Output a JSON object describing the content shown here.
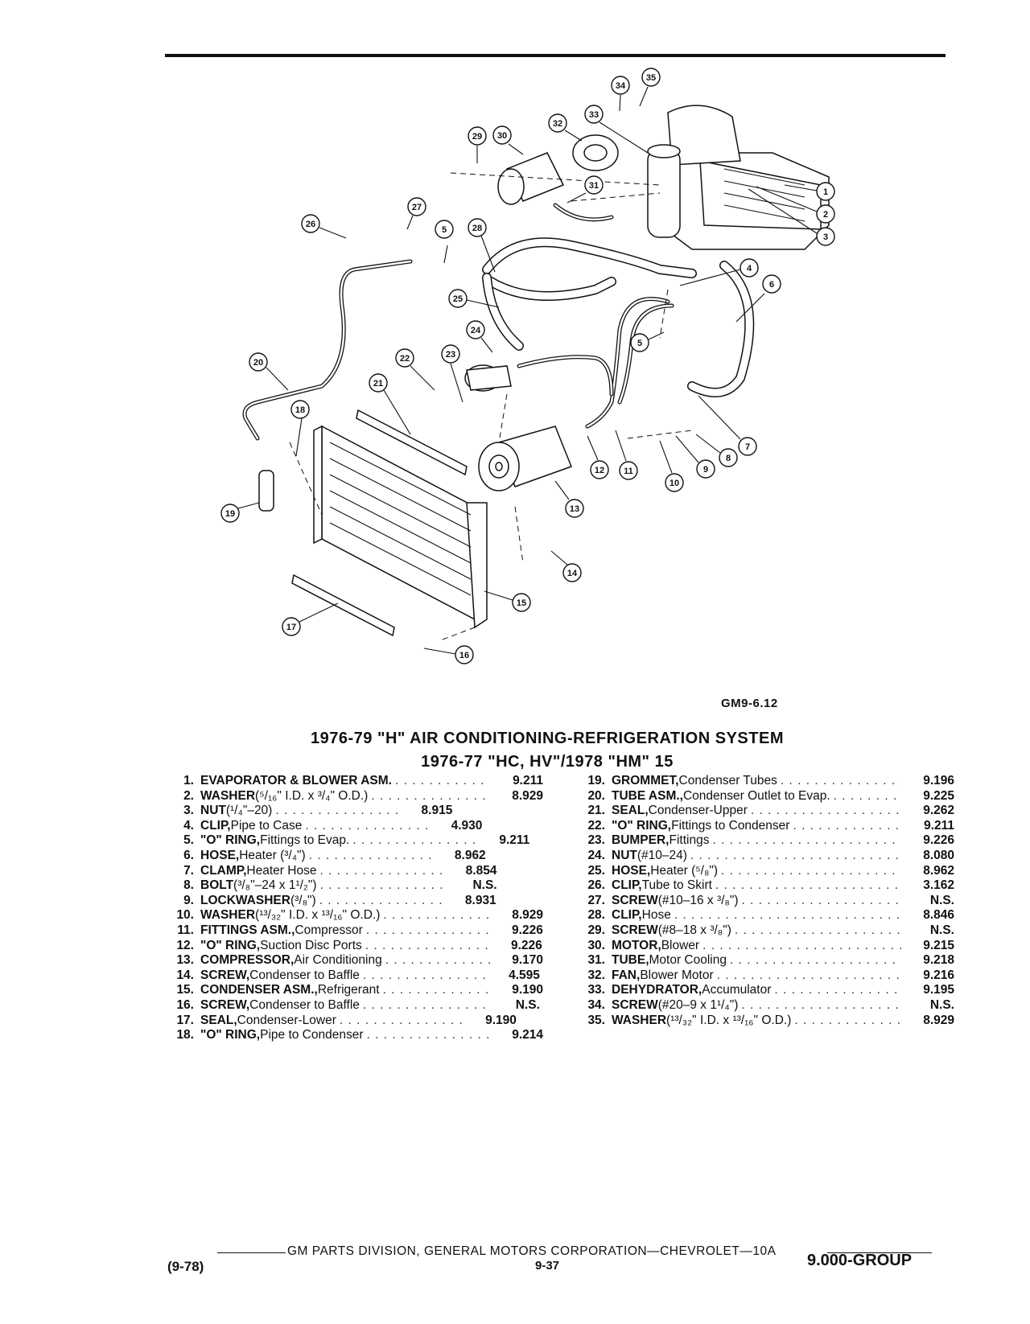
{
  "figure_code": "GM9-6.12",
  "title_line1": "1976-79 \"H\" AIR CONDITIONING-REFRIGERATION SYSTEM",
  "title_line2": "1976-77 \"HC, HV\"/1978 \"HM\" 15",
  "callouts": [
    "1",
    "2",
    "3",
    "4",
    "5",
    "6",
    "7",
    "8",
    "9",
    "10",
    "11",
    "12",
    "13",
    "14",
    "15",
    "16",
    "17",
    "18",
    "19",
    "20",
    "21",
    "22",
    "23",
    "24",
    "25",
    "26",
    "27",
    "28",
    "29",
    "30",
    "31",
    "32",
    "33",
    "34",
    "35"
  ],
  "parts_left": [
    {
      "num": "1.",
      "name": "EVAPORATOR & BLOWER ASM.",
      "desc": "",
      "group": "9.211"
    },
    {
      "num": "2.",
      "name": "WASHER",
      "desc": "(⁵/₁₆\" I.D. x ³/₄\" O.D.)",
      "group": "8.929"
    },
    {
      "num": "3.",
      "name": "NUT",
      "desc": "(¹/₄\"–20)",
      "group": "8.915"
    },
    {
      "num": "4.",
      "name": "CLIP,",
      "desc": "Pipe to Case",
      "group": "4.930"
    },
    {
      "num": "5.",
      "name": "\"O\" RING,",
      "desc": "Fittings to Evap.",
      "group": "9.211"
    },
    {
      "num": "6.",
      "name": "HOSE,",
      "desc": "Heater (³/₄\")",
      "group": "8.962"
    },
    {
      "num": "7.",
      "name": "CLAMP,",
      "desc": "Heater Hose",
      "group": "8.854"
    },
    {
      "num": "8.",
      "name": "BOLT",
      "desc": "(³/₈\"–24 x 1¹/₂\")",
      "group": "N.S."
    },
    {
      "num": "9.",
      "name": "LOCKWASHER",
      "desc": "(³/₈\")",
      "group": "8.931"
    },
    {
      "num": "10.",
      "name": "WASHER",
      "desc": "(¹³/₃₂\" I.D. x ¹³/₁₆\" O.D.)",
      "group": "8.929"
    },
    {
      "num": "11.",
      "name": "FITTINGS ASM.,",
      "desc": "Compressor",
      "group": "9.226"
    },
    {
      "num": "12.",
      "name": "\"O\" RING,",
      "desc": "Suction Disc Ports",
      "group": "9.226"
    },
    {
      "num": "13.",
      "name": "COMPRESSOR,",
      "desc": "Air Conditioning",
      "group": "9.170"
    },
    {
      "num": "14.",
      "name": "SCREW,",
      "desc": "Condenser to Baffle",
      "group": "4.595"
    },
    {
      "num": "15.",
      "name": "CONDENSER ASM.,",
      "desc": "Refrigerant",
      "group": "9.190"
    },
    {
      "num": "16.",
      "name": "SCREW,",
      "desc": "Condenser to Baffle",
      "group": "N.S."
    },
    {
      "num": "17.",
      "name": "SEAL,",
      "desc": "Condenser-Lower",
      "group": "9.190"
    },
    {
      "num": "18.",
      "name": "\"O\" RING,",
      "desc": "Pipe to Condenser",
      "group": "9.214"
    }
  ],
  "parts_right": [
    {
      "num": "19.",
      "name": "GROMMET,",
      "desc": "Condenser Tubes",
      "group": "9.196"
    },
    {
      "num": "20.",
      "name": "TUBE ASM.,",
      "desc": "Condenser Outlet to Evap.",
      "group": "9.225"
    },
    {
      "num": "21.",
      "name": "SEAL,",
      "desc": "Condenser-Upper",
      "group": "9.262"
    },
    {
      "num": "22.",
      "name": "\"O\" RING,",
      "desc": "Fittings to Condenser",
      "group": "9.211"
    },
    {
      "num": "23.",
      "name": "BUMPER,",
      "desc": "Fittings",
      "group": "9.226"
    },
    {
      "num": "24.",
      "name": "NUT",
      "desc": "(#10–24)",
      "group": "8.080"
    },
    {
      "num": "25.",
      "name": "HOSE,",
      "desc": "Heater (⁵/₈\")",
      "group": "8.962"
    },
    {
      "num": "26.",
      "name": "CLIP,",
      "desc": "Tube to Skirt",
      "group": "3.162"
    },
    {
      "num": "27.",
      "name": "SCREW",
      "desc": "(#10–16 x ³/₈\")",
      "group": "N.S."
    },
    {
      "num": "28.",
      "name": "CLIP,",
      "desc": "Hose",
      "group": "8.846"
    },
    {
      "num": "29.",
      "name": "SCREW",
      "desc": "(#8–18 x ³/₈\")",
      "group": "N.S."
    },
    {
      "num": "30.",
      "name": "MOTOR,",
      "desc": "Blower",
      "group": "9.215"
    },
    {
      "num": "31.",
      "name": "TUBE,",
      "desc": "Motor Cooling",
      "group": "9.218"
    },
    {
      "num": "32.",
      "name": "FAN,",
      "desc": "Blower Motor",
      "group": "9.216"
    },
    {
      "num": "33.",
      "name": "DEHYDRATOR,",
      "desc": "Accumulator",
      "group": "9.195"
    },
    {
      "num": "34.",
      "name": "SCREW",
      "desc": "(#20–9 x 1¹/₄\")",
      "group": "N.S."
    },
    {
      "num": "35.",
      "name": "WASHER",
      "desc": "(¹³/₃₂\" I.D. x ¹³/₁₆\" O.D.)",
      "group": "8.929"
    }
  ],
  "footer": {
    "source_line": "GM PARTS DIVISION, GENERAL MOTORS CORPORATION—CHEVROLET—10A",
    "date": "(9-78)",
    "page": "9-37",
    "group": "9.000-GROUP"
  }
}
